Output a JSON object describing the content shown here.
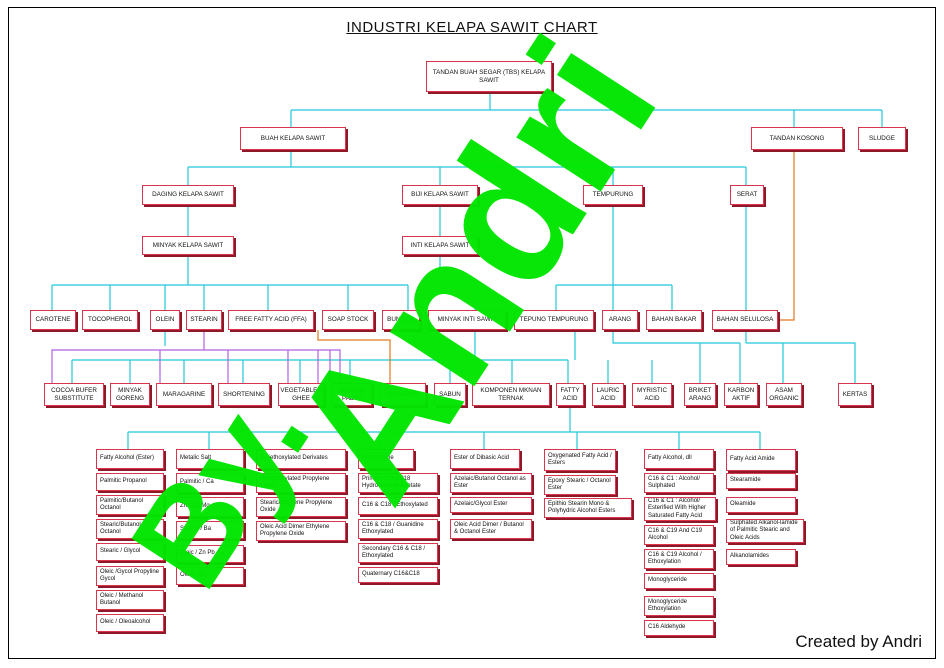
{
  "title": "INDUSTRI KELAPA SAWIT CHART",
  "credit": "Created by Andri",
  "watermark": {
    "line1": "Andri",
    "line2": "By."
  },
  "colors": {
    "connector": "#22c7d9",
    "accent": "#e07a20",
    "purple": "#b262e2",
    "box_border": "#d9354d",
    "watermark": "#00e600"
  },
  "nodes": {
    "tbs": "TANDAN BUAH SEGAR (TBS) KELAPA SAWIT",
    "buah": "BUAH KELAPA SAWIT",
    "tandan_kosong": "TANDAN KOSONG",
    "sludge": "SLUDGE",
    "daging": "DAGING KELAPA SAWIT",
    "biji": "BIJI KELAPA SAWIT",
    "tempurung": "TEMPURUNG",
    "serat": "SERAT",
    "minyak": "MINYAK KELAPA SAWIT",
    "inti": "INTI KELAPA SAWIT",
    "carotene": "CAROTENE",
    "tocopherol": "TOCOPHEROL",
    "olein": "OLEIN",
    "stearin": "STEARIN",
    "ffa": "FREE FATTY ACID (FFA)",
    "soap_stock": "SOAP STOCK",
    "bungkil": "BUNGKIL",
    "minyak_inti": "MINYAK INTI SAWIT",
    "tepung_tempurung": "TEPUNG TEMPURUNG",
    "arang": "ARANG",
    "bahan_bakar": "BAHAN BAKAR",
    "bahan_selulosa": "BAHAN SELULOSA",
    "cocoa": "COCOA BUFER SUBSTITUTE",
    "minyak_goreng": "MINYAK GORENG",
    "margarine": "MARAGARINE",
    "shortening": "SHORTENING",
    "vegetable_ghee": "VEGETABLES GHEE",
    "minyak_padat": "MINYAK PADAT",
    "glyserine": "GLYSERINE",
    "sabun": "SABUN",
    "komponen": "KOMPONEN MKNAN TERNAK",
    "fatty_acid": "FATTY ACID",
    "lauric": "LAURIC ACID",
    "myristic": "MYRISTIC ACID",
    "briket": "BRIKET ARANG",
    "karbon": "KARBON AKTIF",
    "asam": "ASAM ORGANIC",
    "kertas": "KERTAS",
    "col1_head": "Fatty Alcohol (Ester)",
    "col2_head": "Metalic Salt",
    "col3_head": "Poliethoxylated Derivates",
    "col4_head": "Fatty Amine",
    "col5_head": "Ester of Dibasic Acid",
    "col6_head": "Oxygenated Fatty Acid / Esters",
    "col7_head": "Fatty Alcohol, dll",
    "col8_head": "Fatty Acid Amide"
  },
  "leaves": {
    "col1": [
      "Palmitic Propanol",
      "Palmitic/Butanol Octanol",
      "Stearic/Butanol Octanol",
      "Stearic / Glycol",
      "Oleic /Gycol Propyline Gycol",
      "Oleic / Methanol Butanol",
      "Oleic / Oleoalcohol"
    ],
    "col2": [
      "Palmitic / Ca",
      "Zn / Ca Mg",
      "Stearic / Ba",
      "Oleic / Zn Pb",
      "Oleic / Ba"
    ],
    "col3": [
      "Poliethoxylated Propylene Oxide",
      "Stearic/Ethylene Propylene Oxide",
      "Oleic Acid Dimer Ethylene Propylene Oxide"
    ],
    "col4": [
      "Primary C16&C18 Hydrochloride Acetate",
      "C16 & C18 / Ethoxylated",
      "C16 & C18 / Guanidine Ethoxylated",
      "Secondary C16 & C18 / Ethoxylated",
      "Quaternary C16&C18"
    ],
    "col5": [
      "Azelaic/Butanol Octanol as Ester",
      "Azelaic/Glycol Ester",
      "Oleic Acid Dimer / Butanol & Octanol Ester"
    ],
    "col6": [
      "Epoxy Stearic / Octanol Ester",
      "Epithio Stearin Mono & Polyhydric Alcohol Esters"
    ],
    "col7": [
      "C16 & C1 : Alcohol/ Sulphated",
      "C16 & C1 : Alcohol/ Esterified With Higher Saturated Fatty Acid",
      "C16 & C19 And C19 Alcohol",
      "C16 & C19 Alcohol / Ethoxylation",
      "Monoglyceride",
      "Monoglyceride Ethoxylation",
      "C16 Aldehyde"
    ],
    "col8": [
      "Stearamide",
      "Oleamide",
      "Sulphated Alkanol-lamide of Palmitic Stearic and Oleic Acids",
      "Alkanolamides"
    ]
  }
}
